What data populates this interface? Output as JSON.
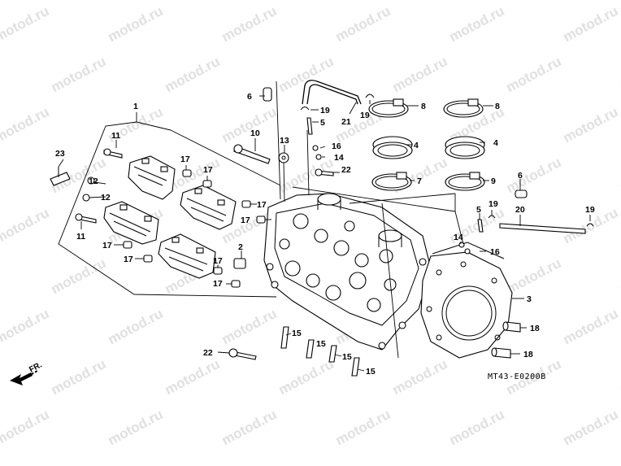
{
  "watermark": "motod.ru",
  "drawing_code": "MT43-E0200B",
  "direction_label": "FR.",
  "callouts": {
    "c1": "1",
    "c2": "2",
    "c3": "3",
    "c4a": "4",
    "c4b": "4",
    "c5a": "5",
    "c5b": "5",
    "c6a": "6",
    "c6b": "6",
    "c7": "7",
    "c8a": "8",
    "c8b": "8",
    "c9": "9",
    "c10": "10",
    "c11a": "11",
    "c11b": "11",
    "c12a": "12",
    "c12b": "12",
    "c13": "13",
    "c14a": "14",
    "c14b": "14",
    "c15a": "15",
    "c15b": "15",
    "c15c": "15",
    "c15d": "15",
    "c16a": "16",
    "c16b": "16",
    "c17a": "17",
    "c17b": "17",
    "c17c": "17",
    "c17d": "17",
    "c17e": "17",
    "c17f": "17",
    "c17g": "17",
    "c17h": "17",
    "c18a": "18",
    "c18b": "18",
    "c19a": "19",
    "c19b": "19",
    "c19c": "19",
    "c19d": "19",
    "c20": "20",
    "c21": "21",
    "c22a": "22",
    "c22b": "22",
    "c23": "23"
  }
}
